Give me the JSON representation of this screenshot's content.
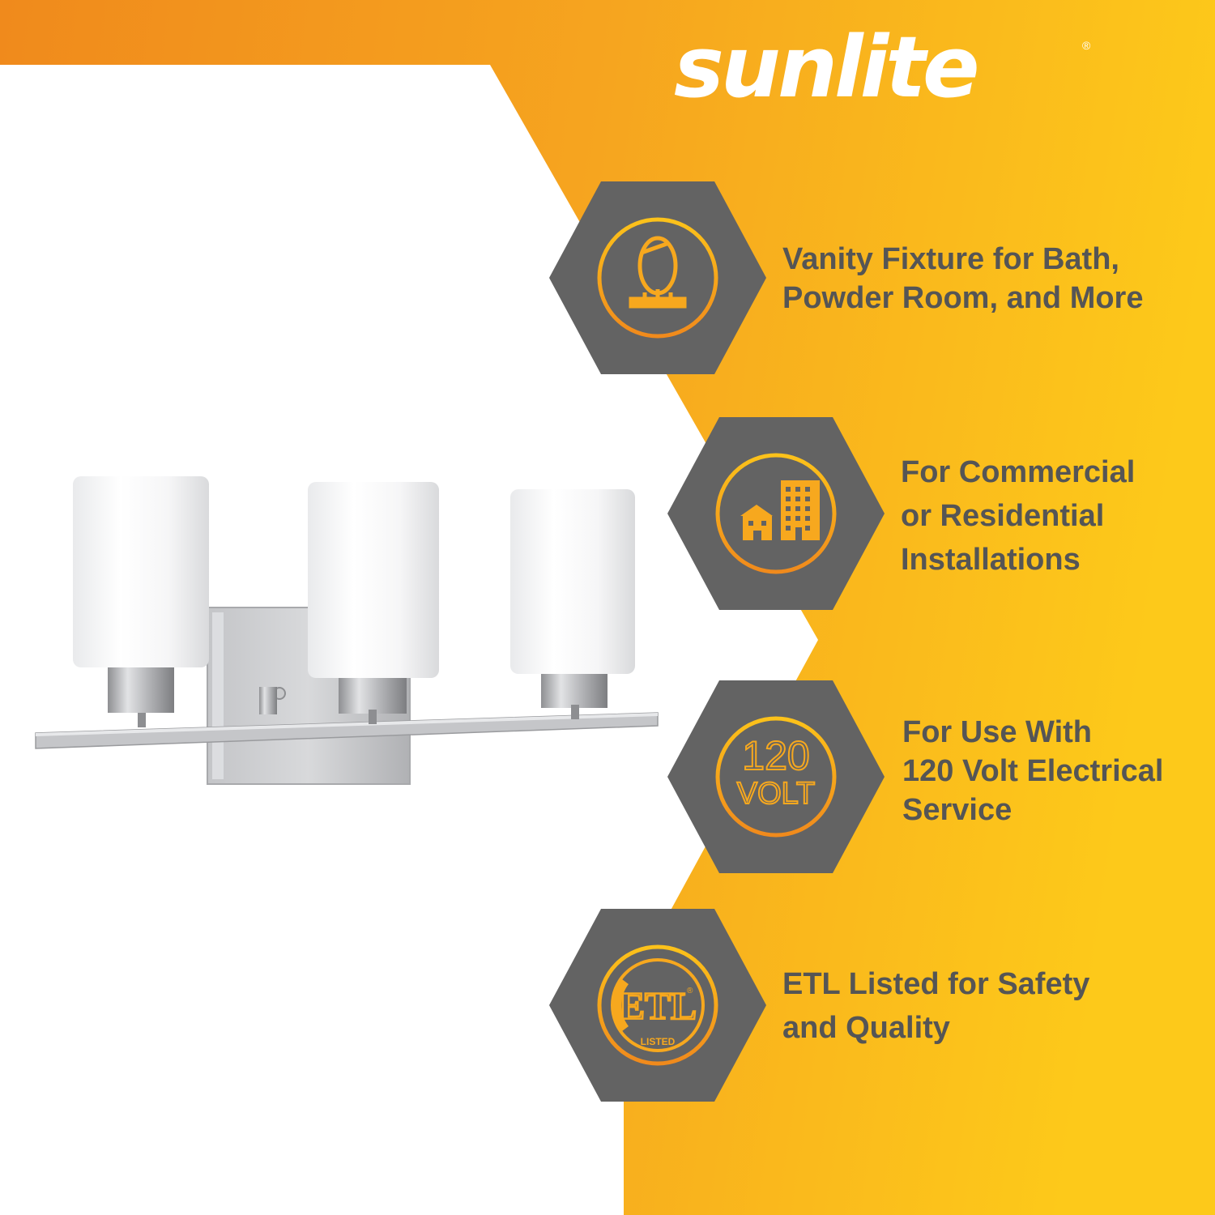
{
  "brand": {
    "name": "sunlite",
    "registered_mark": "®"
  },
  "colors": {
    "orange": "#f39a1f",
    "yellow": "#fcc21a",
    "hexagon_gray": "#636363",
    "label_gray": "#575757",
    "icon_ring": "#f5a21d"
  },
  "features": [
    {
      "icon": "vanity-mirror-icon",
      "line1": "Vanity Fixture for Bath,",
      "line2": "Powder Room, and More",
      "line3": ""
    },
    {
      "icon": "buildings-icon",
      "line1": "For Commercial",
      "line2": "or Residential",
      "line3": "Installations"
    },
    {
      "icon": "120-volt-icon",
      "line1": "For Use With",
      "line2": "120 Volt Electrical",
      "line3": "Service"
    },
    {
      "icon": "etl-listed-icon",
      "line1": "ETL Listed for Safety",
      "line2": "and Quality",
      "line3": ""
    }
  ],
  "icon_text": {
    "volt_number": "120",
    "volt_unit": "VOLT",
    "etl_letters": "ETL",
    "etl_listed": "LISTED",
    "etl_mark": "®"
  },
  "product": {
    "name": "three-light-vanity-fixture",
    "glass": "white-opal-cylinders",
    "finish": "brushed-nickel"
  }
}
